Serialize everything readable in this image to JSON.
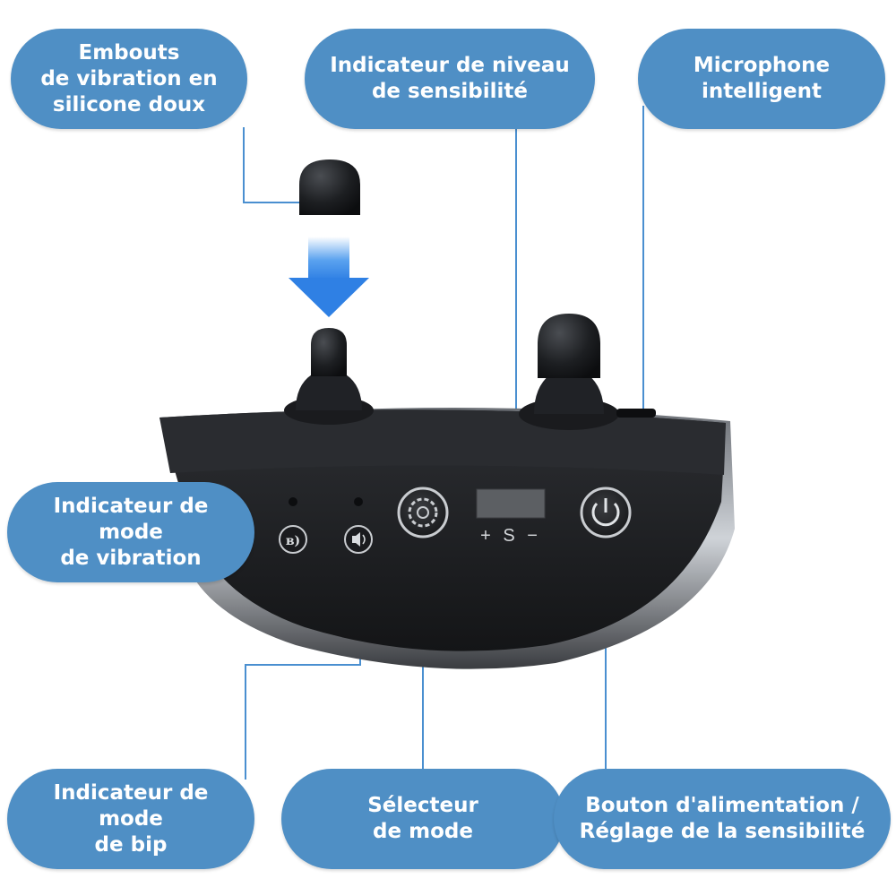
{
  "labels": {
    "embouts": "Embouts\nde vibration en\nsilicone doux",
    "niveau": "Indicateur de niveau\nde sensibilité",
    "micro": "Microphone\nintelligent",
    "vibration": "Indicateur de mode\nde vibration",
    "bip": "Indicateur de mode\nde bip",
    "selecteur": "Sélecteur\nde mode",
    "bouton": "Bouton d'alimentation /\nRéglage de la sensibilité"
  },
  "device": {
    "sensitivity_controls": "+ S −"
  },
  "colors": {
    "accent": "#4f8fc5",
    "line": "#4a8fd0",
    "device_body": "#1f2023"
  }
}
